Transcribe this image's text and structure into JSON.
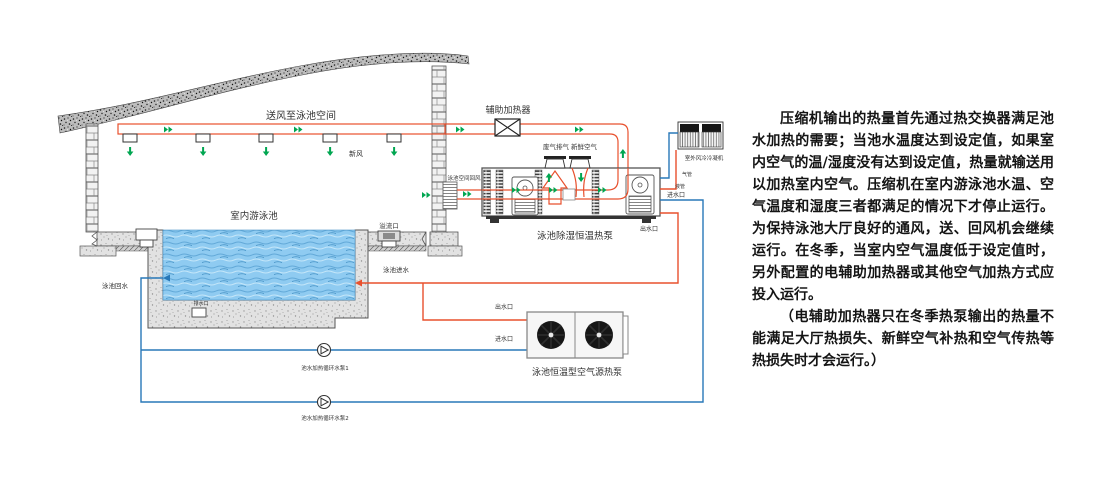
{
  "labels": {
    "supply_air": "送风至泳池空间",
    "fresh_air_note": "新风",
    "indoor_pool": "室内游泳池",
    "overflow": "溢流口",
    "return_air": "泳池空间回风",
    "aux_heater": "辅助加热器",
    "exhaust_air": "废气排气",
    "fresh_air_intake": "新鲜空气",
    "dehum_unit": "泳池除湿恒温热泵",
    "condenser": "室外风冷冷凝机",
    "gas_pipe": "气管",
    "liquid_pipe": "液管",
    "dehum_inlet": "进水口",
    "dehum_outlet": "出水口",
    "pool_supply": "泳池进水",
    "pool_return": "泳池回水",
    "drain": "排水口",
    "ashp_outlet": "出水口",
    "ashp_inlet": "进水口",
    "pump1": "池水加热循环水泵1",
    "pump2": "池水加热循环水泵2",
    "ashp_unit": "泳池恒温型空气源热泵"
  },
  "panel": {
    "p1": "压缩机输出的热量首先通过热交换器满足池水加热的需要；当池水温度达到设定值，如果室内空气的温/湿度没有达到设定值，热量就输送用以加热室内空气。压缩机在室内游泳池水温、空气温度和湿度三者都满足的情况下才停止运行。为保持泳池大厅良好的通风，送、回风机会继续运行。在冬季，当室内空气温度低于设定值时，另外配置的电辅助加热器或其他空气加热方式应投入运行。",
    "p2": "（电辅助加热器只在冬季热泵输出的热量不能满足大厅热损失、新鲜空气补热和空气传热等热损失时才会运行。）"
  },
  "colors": {
    "hot_pipe": "#E8502D",
    "cold_pipe": "#2878B8",
    "air_arrow": "#00A651"
  }
}
